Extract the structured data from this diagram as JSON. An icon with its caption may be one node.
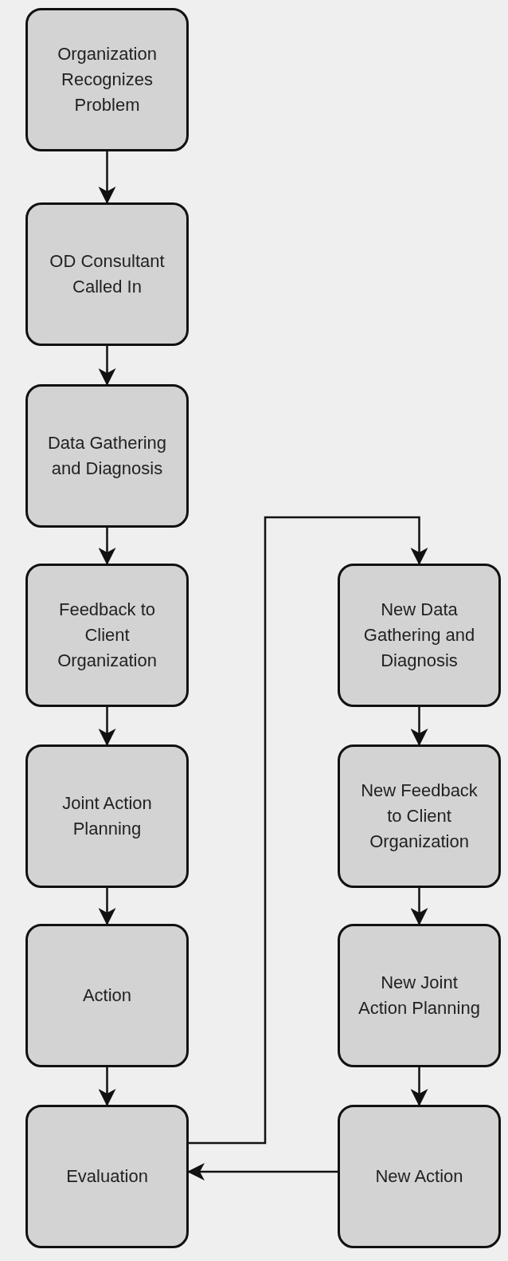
{
  "diagram": {
    "nodes": [
      {
        "text": [
          "Organization Recognizes Problem"
        ]
      },
      {
        "text": [
          "OD Consultant Called In"
        ]
      },
      {
        "text": [
          "Data Gathering and Diagnosis"
        ]
      },
      {
        "text": [
          "Feedback to Client Organization"
        ]
      },
      {
        "text": [
          "Joint Action Planning"
        ]
      },
      {
        "text": [
          "Action"
        ]
      },
      {
        "text": [
          "Evaluation"
        ]
      },
      {
        "text": [
          "New Data Gathering and Diagnosis"
        ]
      },
      {
        "text": [
          "New Feedback to Client Organization"
        ]
      },
      {
        "text": [
          "New Joint Action Planning"
        ]
      },
      {
        "text": [
          "New Action"
        ]
      }
    ],
    "edges": [
      {
        "from": 0,
        "to": 1,
        "arrow": "to"
      },
      {
        "from": 1,
        "to": 2,
        "arrow": "to"
      },
      {
        "from": 2,
        "to": 3,
        "arrow": "to"
      },
      {
        "from": 3,
        "to": 4,
        "arrow": "to"
      },
      {
        "from": 4,
        "to": 5,
        "arrow": "to"
      },
      {
        "from": 5,
        "to": 6,
        "arrow": "to"
      },
      {
        "from": 6,
        "to": 7,
        "arrow": "to"
      },
      {
        "from": 7,
        "to": 8,
        "arrow": "to"
      },
      {
        "from": 8,
        "to": 9,
        "arrow": "to"
      },
      {
        "from": 9,
        "to": 10,
        "arrow": "to"
      },
      {
        "from": 10,
        "to": 6,
        "arrow": "to"
      }
    ]
  }
}
